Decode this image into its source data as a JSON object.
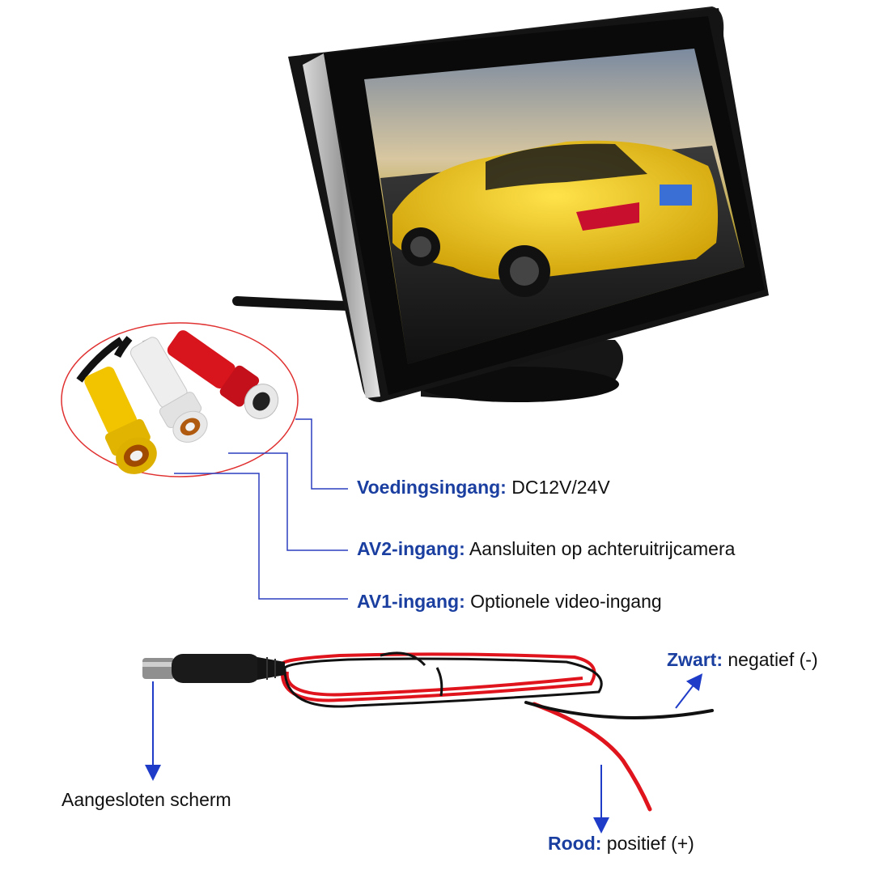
{
  "colors": {
    "key_text": "#1a3fa0",
    "leader_line": "#2a3fbf",
    "arrow": "#1f3cc8",
    "callout_ellipse": "#e03030",
    "connector_yellow": "#f2c400",
    "connector_white": "#eeeeee",
    "connector_red": "#d8141c",
    "wire_red": "#e0141c",
    "wire_black": "#111111"
  },
  "labels": {
    "power": {
      "key": "Voedingsingang:",
      "text": " DC12V/24V"
    },
    "av2": {
      "key": "AV2-ingang:",
      "text": " Aansluiten op achteruitrijcamera"
    },
    "av1": {
      "key": "AV1-ingang:",
      "text": " Optionele video-ingang"
    },
    "black_wire": {
      "key": "Zwart:",
      "text": " negatief (-)"
    },
    "screen": {
      "text": "Aangesloten scherm"
    },
    "red_wire": {
      "key": "Rood:",
      "text": " positief (+)"
    }
  },
  "icons": [
    "monitor-icon",
    "rca-connectors-icon",
    "dc-plug-icon",
    "arrow-icon"
  ]
}
